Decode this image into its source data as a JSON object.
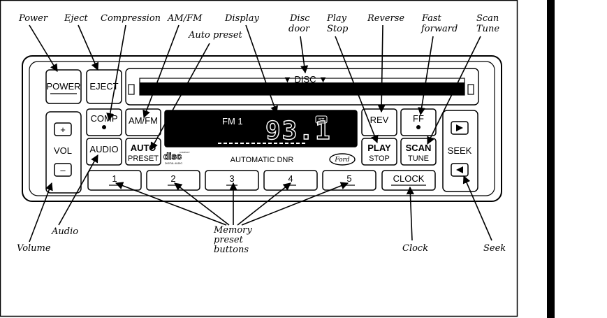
{
  "callouts": {
    "power": "Power",
    "eject": "Eject",
    "compression": "Compression",
    "am_fm": "AM/FM",
    "auto_preset": "Auto preset",
    "display": "Display",
    "disc_door_1": "Disc",
    "disc_door_2": "door",
    "play_stop_1": "Play",
    "play_stop_2": "Stop",
    "reverse": "Reverse",
    "fast_forward_1": "Fast",
    "fast_forward_2": "forward",
    "scan_tune_1": "Scan",
    "scan_tune_2": "Tune",
    "audio": "Audio",
    "volume": "Volume",
    "memory_1": "Memory",
    "memory_2": "preset",
    "memory_3": "buttons",
    "clock": "Clock",
    "seek": "Seek"
  },
  "buttons": {
    "power": "POWER",
    "eject": "EJECT",
    "comp": "COMP",
    "am_fm": "AM/FM",
    "audio": "AUDIO",
    "auto_1": "AUTO",
    "auto_2": "PRESET",
    "rev": "REV",
    "ff": "FF",
    "play_1": "PLAY",
    "play_2": "STOP",
    "scan_1": "SCAN",
    "scan_2": "TUNE",
    "clock": "CLOCK",
    "vol_plus": "+",
    "vol_label": "VOL",
    "vol_minus": "–",
    "seek_label": "SEEK",
    "presets": [
      "1",
      "2",
      "3",
      "4",
      "5"
    ]
  },
  "display": {
    "band": "FM 1",
    "frequency": "93.1",
    "stereo": "ST"
  },
  "faceplate": {
    "disc_label": "▼ DISC ▼",
    "dnr": "AUTOMATIC DNR",
    "brand": "Ford",
    "cd_logo": "disc",
    "cd_logo_small_1": "COMPACT",
    "cd_logo_small_2": "DIGITAL AUDIO"
  }
}
